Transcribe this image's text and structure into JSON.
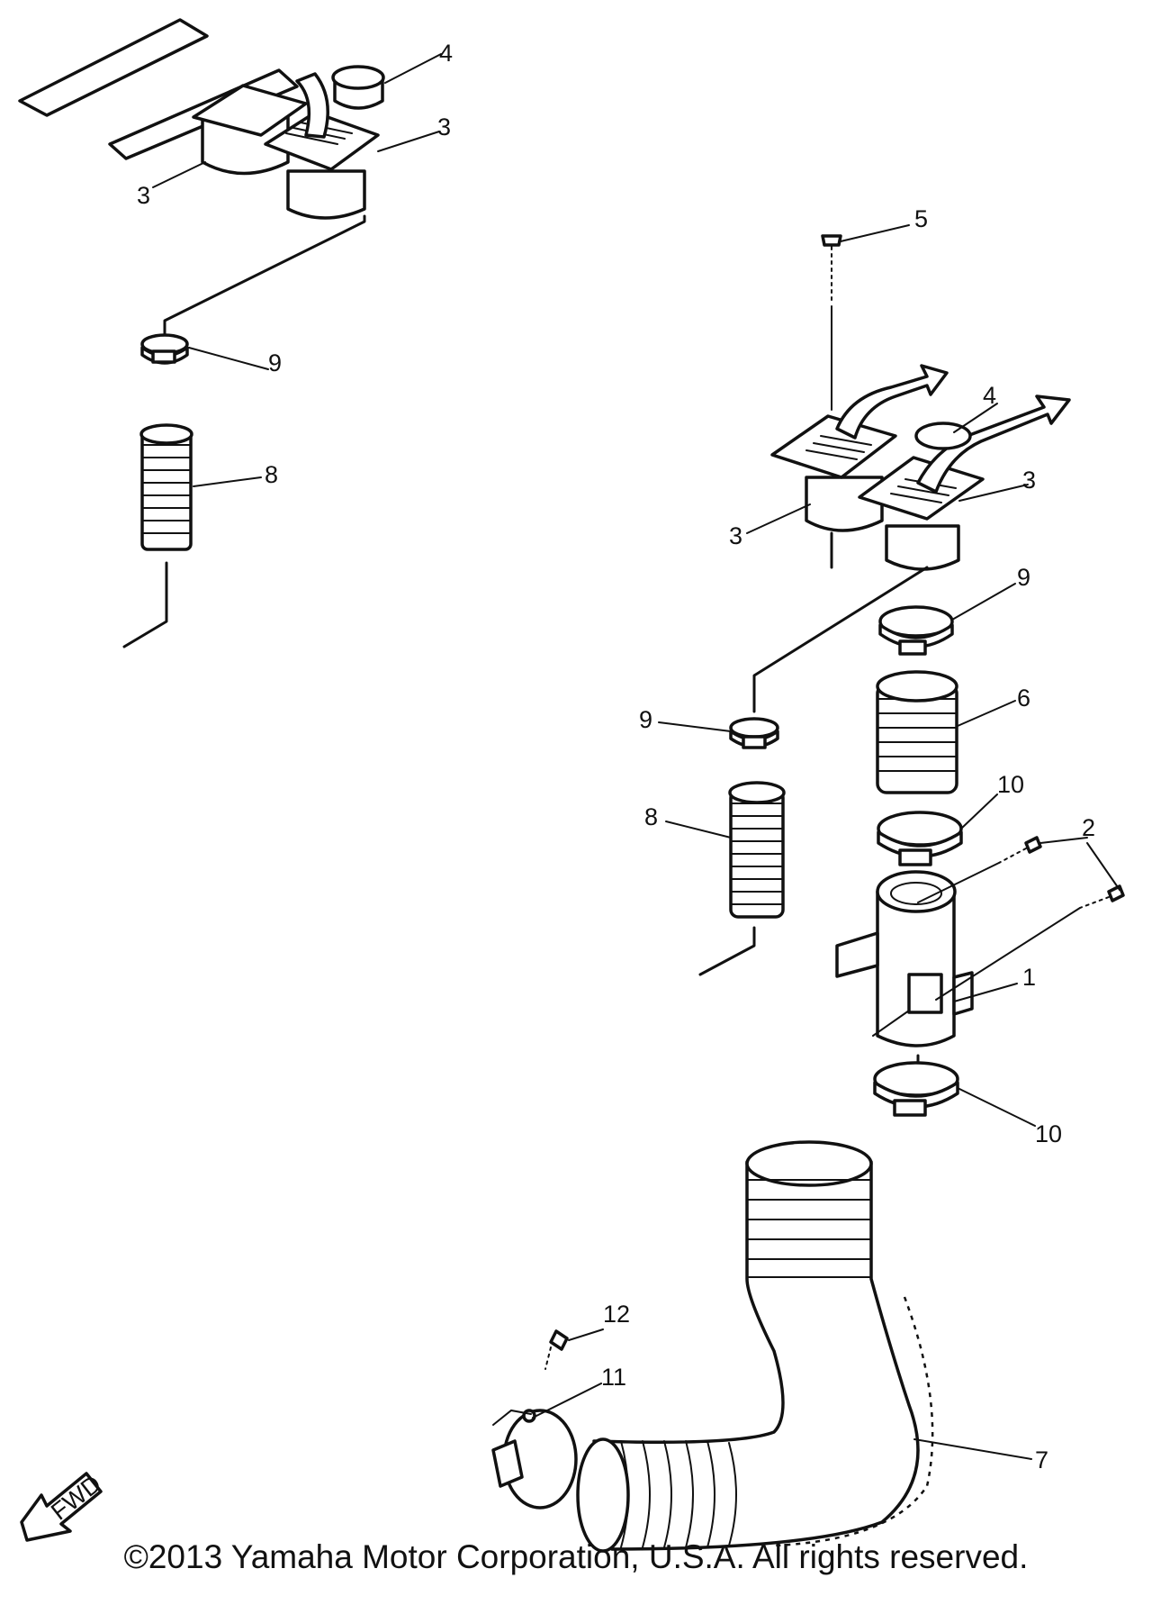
{
  "callouts": {
    "c1": "1",
    "c2": "2",
    "c3a": "3",
    "c3b": "3",
    "c3c": "3",
    "c3d": "3",
    "c4a": "4",
    "c4b": "4",
    "c5": "5",
    "c6": "6",
    "c7": "7",
    "c8a": "8",
    "c8b": "8",
    "c9a": "9",
    "c9b": "9",
    "c9c": "9",
    "c10a": "10",
    "c10b": "10",
    "c11": "11",
    "c12": "12"
  },
  "fwd_badge": "FWD",
  "copyright": "©2013 Yamaha Motor Corporation, U.S.A. All rights reserved."
}
